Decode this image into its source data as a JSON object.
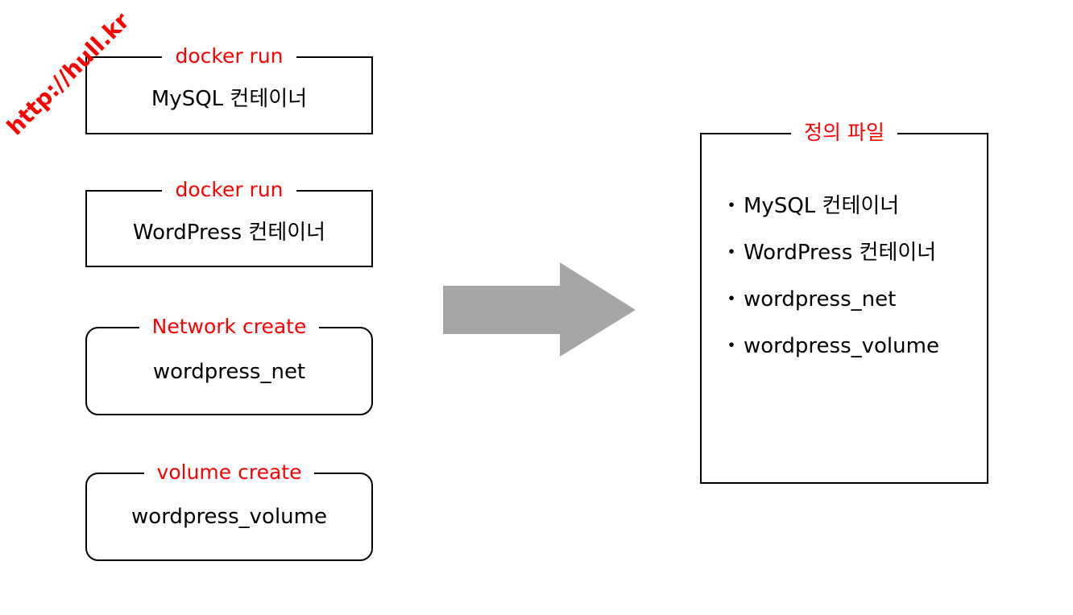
{
  "watermark": "http://hull.kr",
  "left_boxes": [
    {
      "label": "docker run",
      "content": "MySQL 컨테이너"
    },
    {
      "label": "docker run",
      "content": "WordPress 컨테이너"
    },
    {
      "label": "Network create",
      "content": "wordpress_net"
    },
    {
      "label": "volume create",
      "content": "wordpress_volume"
    }
  ],
  "arrow_color": "#a6a6a6",
  "definition_file": {
    "label": "정의 파일",
    "bullet": "・",
    "items": [
      "MySQL 컨테이너",
      "WordPress 컨테이너",
      "wordpress_net",
      "wordpress_volume"
    ]
  }
}
